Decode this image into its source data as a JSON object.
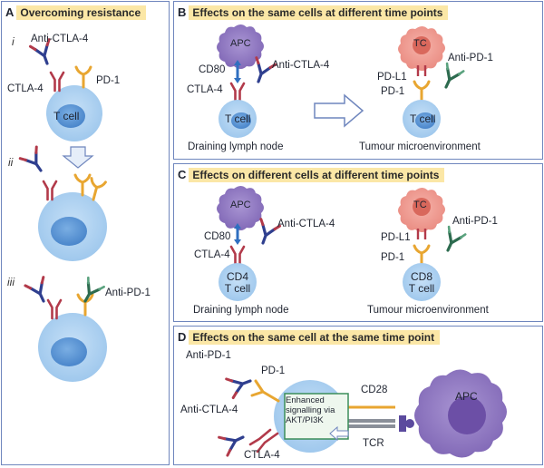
{
  "panels": {
    "A": {
      "letter": "A",
      "title": "Overcoming resistance",
      "steps": [
        "i",
        "ii",
        "iii"
      ],
      "labels": {
        "anti_ctla4": "Anti-CTLA-4",
        "ctla4": "CTLA-4",
        "pd1": "PD-1",
        "t_cell": "T cell",
        "anti_pd1": "Anti-PD-1"
      }
    },
    "B": {
      "letter": "B",
      "title": "Effects on the same cells at different time points",
      "labels": {
        "apc": "APC",
        "cd80": "CD80",
        "anti_ctla4": "Anti-CTLA-4",
        "ctla4": "CTLA-4",
        "t_cell": "T cell",
        "tc": "TC",
        "pdl1": "PD-L1",
        "anti_pd1": "Anti-PD-1",
        "pd1": "PD-1",
        "t_cell_2": "T cell",
        "location_left": "Draining lymph node",
        "location_right": "Tumour microenvironment"
      }
    },
    "C": {
      "letter": "C",
      "title": "Effects on different cells at different time points",
      "labels": {
        "apc": "APC",
        "cd80": "CD80",
        "anti_ctla4": "Anti-CTLA-4",
        "ctla4": "CTLA-4",
        "cd4_line1": "CD4",
        "cd4_line2": "T cell",
        "tc": "TC",
        "anti_pd1": "Anti-PD-1",
        "pdl1": "PD-L1",
        "pd1": "PD-1",
        "cd8_line1": "CD8",
        "cd8_line2": "T cell",
        "location_left": "Draining lymph node",
        "location_right": "Tumour microenvironment"
      }
    },
    "D": {
      "letter": "D",
      "title": "Effects on the same cell at the same time point",
      "labels": {
        "anti_pd1": "Anti-PD-1",
        "pd1": "PD-1",
        "anti_ctla4": "Anti-CTLA-4",
        "ctla4": "CTLA-4",
        "cd28": "CD28",
        "tcr": "TCR",
        "apc": "APC",
        "signal_line1": "Enhanced",
        "signal_line2": "signalling via",
        "signal_line3": "AKT/PI3K"
      }
    }
  },
  "colors": {
    "border": "#6f86bd",
    "title_highlight": "#fbe7a6",
    "t_cell_outer": "#a9cdef",
    "t_cell_nucleus": "#5b93d3",
    "apc": "#8f79c0",
    "apc_nucleus": "#6c4fa6",
    "tumour_cell": "#ef9a90",
    "tumour_nucleus": "#d9685c",
    "anti_ctla4_antibody": "#2f3f8f",
    "ctla4_receptor": "#b23a4a",
    "pd1_receptor": "#e8a631",
    "anti_pd1_antibody": "#2d6b4f",
    "arrow": "#6f86bd"
  }
}
